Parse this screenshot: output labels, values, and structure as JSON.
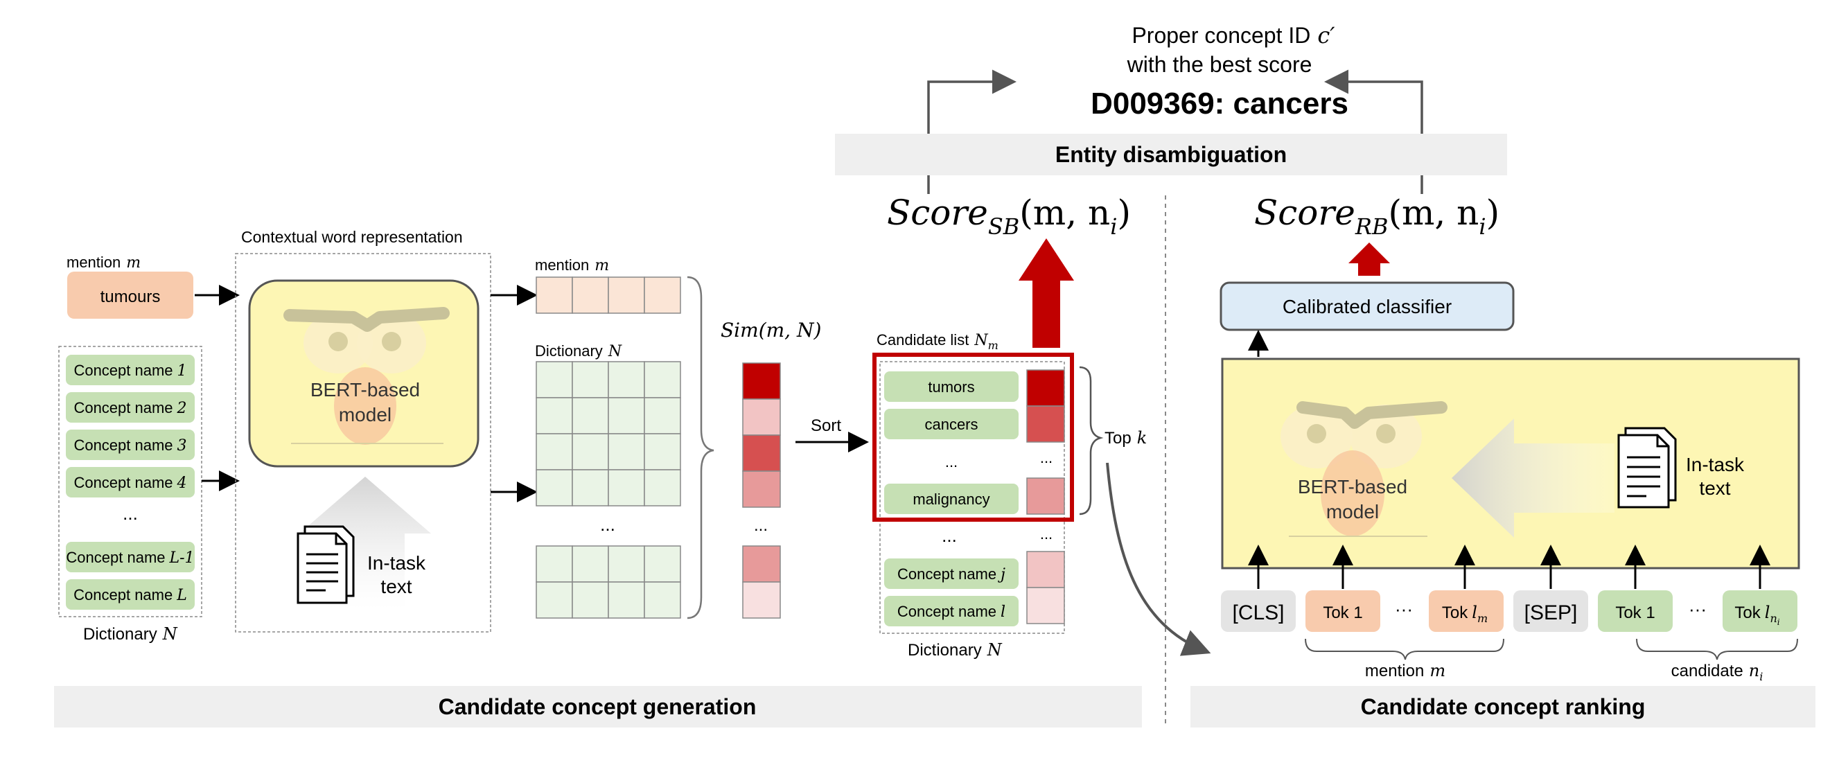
{
  "result": {
    "line1": "Proper concept ID",
    "line1_var": "c′",
    "line2": "with the best score",
    "answer": "D009369: cancers"
  },
  "sections": {
    "entity_disambiguation": "Entity disambiguation",
    "candidate_generation": "Candidate concept generation",
    "candidate_ranking": "Candidate concept ranking"
  },
  "scores": {
    "sb_base": "Score",
    "sb_sub": "SB",
    "sb_args": "(m, n",
    "sb_i": "i",
    "sb_close": ")",
    "rb_base": "Score",
    "rb_sub": "RB",
    "rb_args": "(m, n",
    "rb_i": "i",
    "rb_close": ")"
  },
  "generation": {
    "mention_label": "mention",
    "mention_var": "m",
    "mention_value": "tumours",
    "concepts": [
      {
        "name": "Concept name",
        "idx": "1"
      },
      {
        "name": "Concept name",
        "idx": "2"
      },
      {
        "name": "Concept name",
        "idx": "3"
      },
      {
        "name": "Concept name",
        "idx": "4"
      },
      {
        "name": "Concept name",
        "idx": "L-1"
      },
      {
        "name": "Concept name",
        "idx": "L"
      }
    ],
    "ellipsis": "...",
    "dictionary_label": "Dictionary",
    "dictionary_var": "N",
    "contextual_label": "Contextual word representation",
    "bert_label_1": "BERT-based",
    "bert_label_2": "model",
    "intask_1": "In-task",
    "intask_2": "text",
    "mention_vec_label": "mention",
    "mention_vec_var": "m",
    "dict_vec_label": "Dictionary",
    "dict_vec_var": "N",
    "sim_label": "Sim(m, N)",
    "sort_label": "Sort",
    "candidate_list_label": "Candidate list",
    "candidate_list_var": "N",
    "candidate_list_sub": "m",
    "candidates": [
      "tumors",
      "cancers",
      "...",
      "malignancy"
    ],
    "rest_candidates": [
      {
        "name": "Concept name",
        "idx": "j"
      },
      {
        "name": "Concept name",
        "idx": "l"
      }
    ],
    "topk_label": "Top",
    "topk_var": "k",
    "dict2_label": "Dictionary",
    "dict2_var": "N"
  },
  "ranking": {
    "classifier_label": "Calibrated classifier",
    "bert_label_1": "BERT-based",
    "bert_label_2": "model",
    "intask_1": "In-task",
    "intask_2": "text",
    "tokens": {
      "cls": "[CLS]",
      "tok1": "Tok 1",
      "ellipsis": "···",
      "tok_lm": "Tok",
      "tok_lm_var": "l",
      "tok_lm_sub": "m",
      "sep": "[SEP]",
      "tok1b": "Tok 1",
      "tok_ln": "Tok",
      "tok_ln_var": "l",
      "tok_ln_sub": "n",
      "tok_ln_subsub": "i"
    },
    "mention_label": "mention",
    "mention_var": "m",
    "candidate_label": "candidate",
    "candidate_var": "n",
    "candidate_sub": "i"
  },
  "colors": {
    "orange_box": "#f8cbad",
    "green_box": "#c6e0b4",
    "green_cell": "#eaf4e6",
    "peach_cell": "#fbe5d6",
    "gray_box": "#e4e4e4",
    "panel_gray": "#efefef",
    "bert_yellow": "#fdf6b4",
    "classifier_blue": "#ddebf7",
    "arrow_red": "#c00000",
    "score_dark": "#c00000",
    "score_mid": "#d65050",
    "score_light": "#e79a9a",
    "score_pale": "#f2c4c4",
    "score_faint": "#f8e0e0"
  }
}
